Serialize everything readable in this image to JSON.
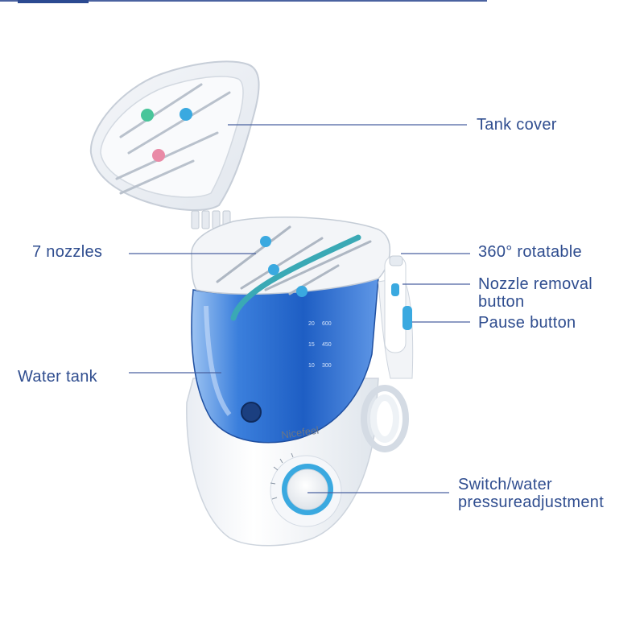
{
  "product": {
    "brand": "Nicefeel",
    "tank_scale_ml": [
      "20",
      "15",
      "10"
    ],
    "tank_scale_ml_right": [
      "600",
      "450",
      "300"
    ]
  },
  "callouts": {
    "tank_cover": "Tank cover",
    "nozzles": "7 nozzles",
    "rotatable": "360° rotatable",
    "nozzle_removal_line1": "Nozzle removal",
    "nozzle_removal_line2": "button",
    "pause": "Pause button",
    "water_tank": "Water tank",
    "switch_line1": "Switch/water",
    "switch_line2": "pressureadjustment"
  },
  "colors": {
    "label_text": "#2f4d8f",
    "leader_line": "#4a62a0",
    "tank_blue": "#2f6fd0",
    "accent_teal": "#3aa9b5",
    "accent_pink": "#e98aa6",
    "accent_green": "#49c59a"
  }
}
